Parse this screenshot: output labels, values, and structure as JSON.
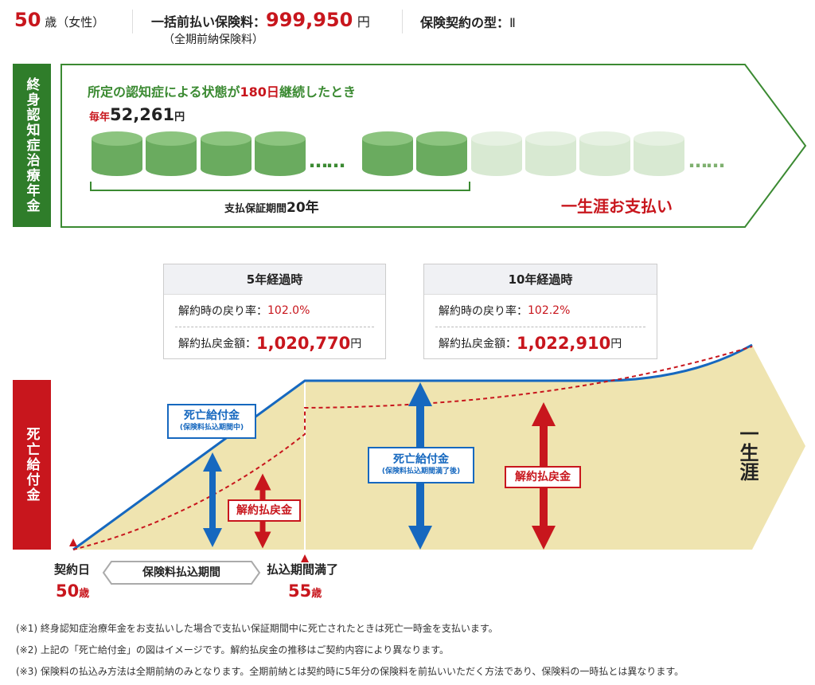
{
  "header": {
    "age": "50",
    "age_unit": "歳（女性）",
    "premium_label": "一括前払い保険料：",
    "premium_value": "999,950",
    "yen": "円",
    "premium_sub": "（全期前納保険料）",
    "type_label": "保険契約の型：",
    "type_value": "Ⅱ"
  },
  "annuity": {
    "side_label": "終身認知症治療年金",
    "condition_pre": "所定の認知症による状態が",
    "condition_days": "180日",
    "condition_post": "継続したとき",
    "yearly_label": "毎年",
    "yearly_value": "52,261",
    "yen": "円",
    "dots": "……",
    "guarantee_label": "支払保証期間",
    "guarantee_value": "20年",
    "lifetime": "一生涯お支払い"
  },
  "cards": [
    {
      "title": "5年経過時",
      "rate_label": "解約時の戻り率：",
      "rate_value": "102.0%",
      "refund_label": "解約払戻金額：",
      "refund_value": "1,020,770",
      "yen": "円"
    },
    {
      "title": "10年経過時",
      "rate_label": "解約時の戻り率：",
      "rate_value": "102.2%",
      "refund_label": "解約払戻金額：",
      "refund_value": "1,022,910",
      "yen": "円"
    }
  ],
  "death": {
    "side_label": "死亡給付金",
    "benefit_during": "死亡給付金",
    "benefit_during_sub": "(保険料払込期間中)",
    "refund1": "解約払戻金",
    "benefit_after": "死亡給付金",
    "benefit_after_sub": "(保険料払込期間満了後)",
    "refund2": "解約払戻金",
    "lifetime": "一生涯"
  },
  "timeline": {
    "start_label": "契約日",
    "start_age": "50",
    "end_label": "払込期間満了",
    "end_age": "55",
    "age_unit": "歳",
    "period": "保険料払込期間"
  },
  "notes": [
    "(※1) 終身認知症治療年金をお支払いした場合で支払い保証期間中に死亡されたときは死亡一時金を支払います。",
    "(※2) 上記の「死亡給付金」の図はイメージです。解約払戻金の推移はご契約内容により異なります。",
    "(※3) 保険料の払込み方法は全期前納のみとなります。全期前納とは契約時に5年分の保険料を前払いいただく方法であり、保険料の一時払とは異なります。"
  ],
  "colors": {
    "red": "#c8161d",
    "green": "#3b8a32",
    "blue": "#1668bf",
    "beige": "#efe4b0"
  }
}
